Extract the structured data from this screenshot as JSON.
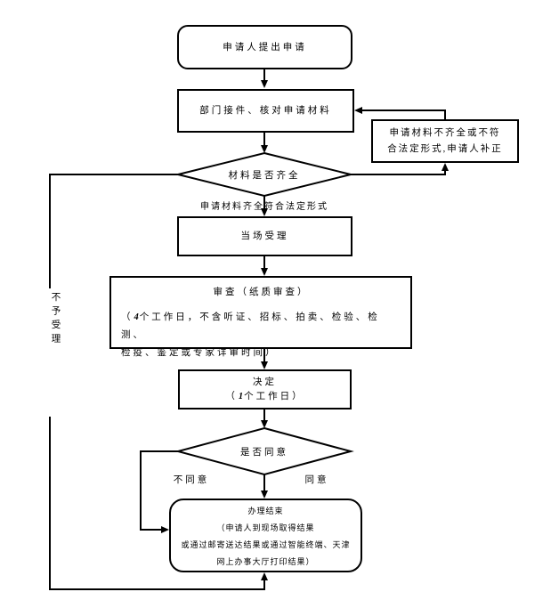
{
  "diagram": {
    "background": "#ffffff",
    "line_color": "#000000",
    "nodes": {
      "start": {
        "label": "申请人提出申请"
      },
      "receive": {
        "label": "部门接件、核对申请材料"
      },
      "supplement": {
        "line1": "申请材料不齐全或不符",
        "line2": "合法定形式,申请人补正"
      },
      "materials_check": {
        "label": "材料是否齐全"
      },
      "accept": {
        "label": "当场受理"
      },
      "review": {
        "title": "审查（纸质审查）",
        "note_prefix": "（",
        "note_days": "4",
        "note_line1": "个工作日，不含听证、招标、拍卖、检验、检测、",
        "note_line2": "检疫、鉴定或专家详审时间）"
      },
      "decision": {
        "line1": "决定",
        "paren_open": "（",
        "days": "1",
        "paren_rest": "个工作日）"
      },
      "agree_check": {
        "label": "是否同意"
      },
      "finish": {
        "line1": "办理结束",
        "line2": "（申请人到现场取得结果",
        "line3": "或通过邮寄送达结果或通过智能终端、天津",
        "line4": "网上办事大厅打印结果）"
      }
    },
    "edge_labels": {
      "materials_ok": "申请材料齐全符合法定形式",
      "disagree": "不同意",
      "agree": "同意",
      "reject": "不予受理"
    }
  }
}
